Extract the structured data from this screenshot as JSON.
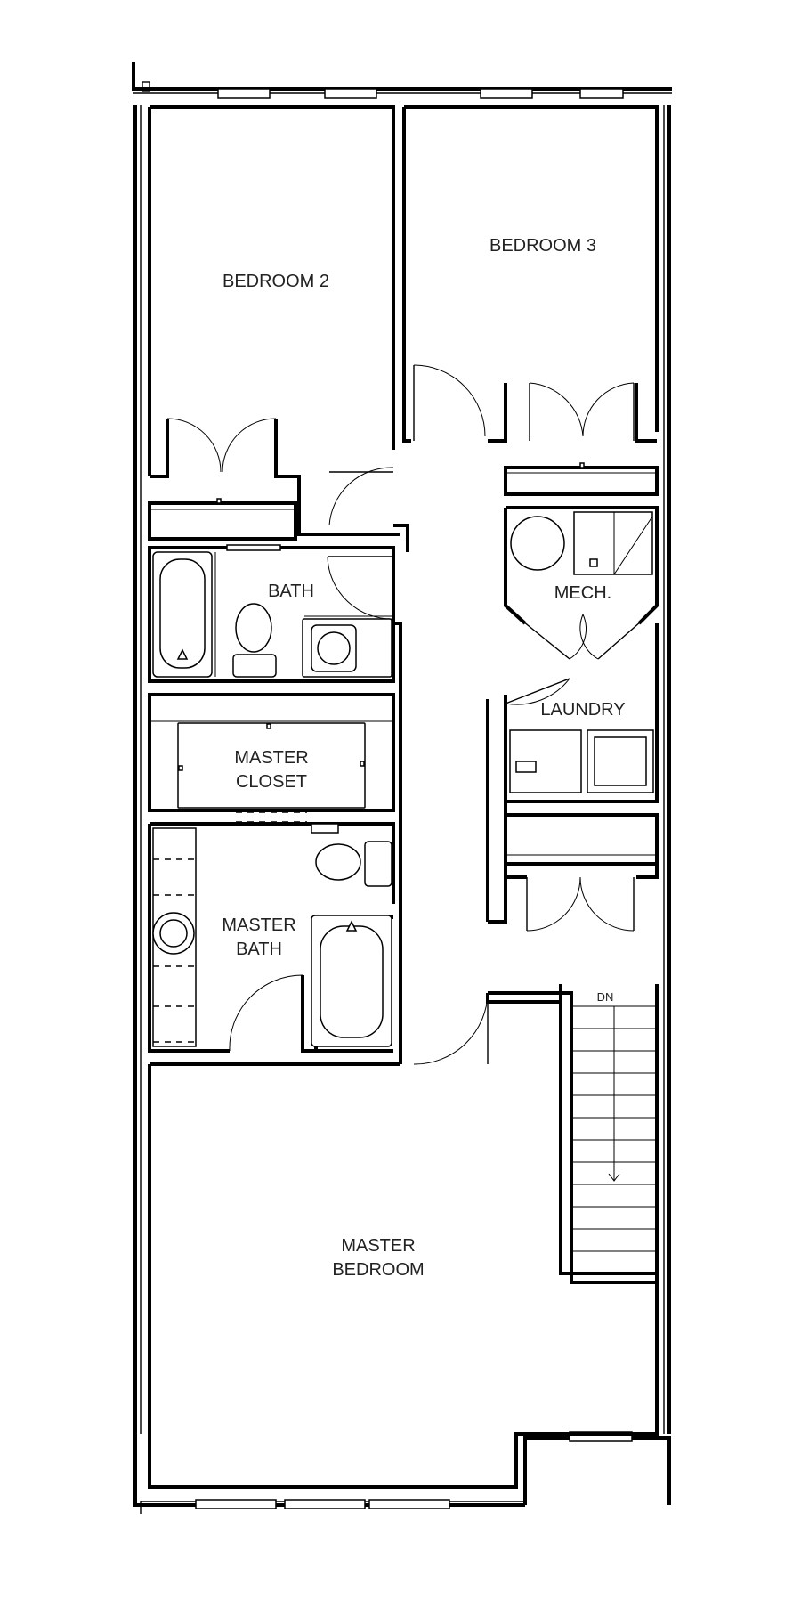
{
  "rooms": {
    "bedroom2": "BEDROOM 2",
    "bedroom3": "BEDROOM 3",
    "bath": "BATH",
    "mech": "MECH.",
    "laundry": "LAUNDRY",
    "master_closet": [
      "MASTER",
      "CLOSET"
    ],
    "master_bath": [
      "MASTER",
      "BATH"
    ],
    "master_bedroom": [
      "MASTER",
      "BEDROOM"
    ]
  },
  "stair": {
    "direction_label": "DN"
  }
}
